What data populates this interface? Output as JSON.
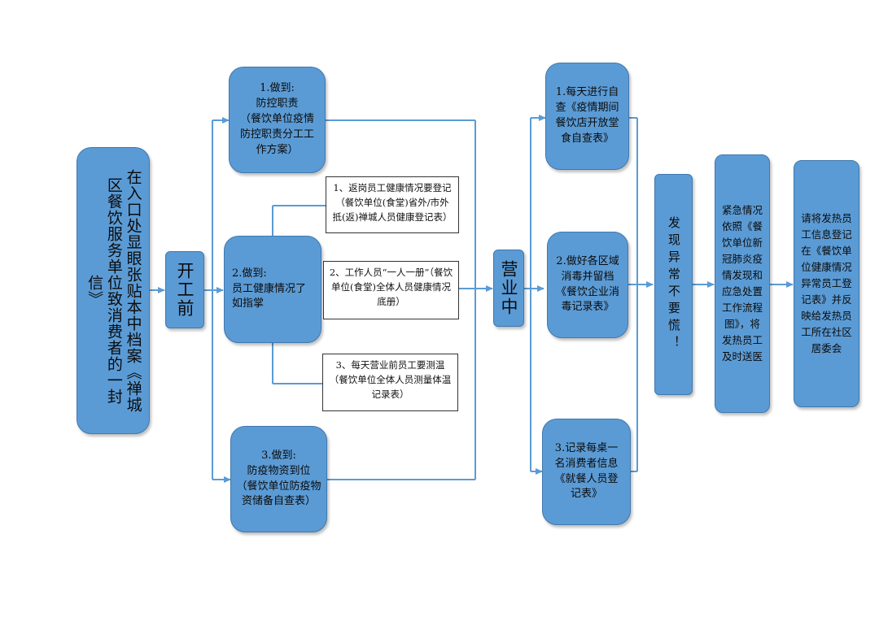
{
  "letter_box": {
    "text": "在入口处显眼张贴本中档案《禅城区餐饮服务单位致消费者的一封信》"
  },
  "before_work": {
    "label": "开工前"
  },
  "duty_box": {
    "text": "1.做到:\n防控职责\n（餐饮单位疫情防控职责分工工作方案）"
  },
  "health_box": {
    "text": "2.做到:\n员工健康情况了如指掌"
  },
  "supplies_box": {
    "text": "3.做到:\n防疫物资到位\n（餐饮单位防疫物资储备自查表）"
  },
  "notes": [
    {
      "text": "1、返岗员工健康情况要登记\n（餐饮单位(食堂)省外/市外抵(返)禅城人员健康登记表）"
    },
    {
      "text": "2、工作人员“一人一册”（餐饮单位(食堂)全体人员健康情况底册）"
    },
    {
      "text": "3、每天营业前员工要测温\n（餐饮单位全体人员测量体温记录表）"
    }
  ],
  "in_business": {
    "label": "营业中"
  },
  "check_box": {
    "text": "1.每天进行自查《疫情期间餐饮店开放堂食自查表》"
  },
  "disinfect_box": {
    "text": "2.做好各区域消毒并留档《餐饮企业消毒记录表》"
  },
  "record_box": {
    "text": "3.记录每桌一名消费者信息《就餐人员登记表》"
  },
  "abnormal_box": {
    "text": "发现异常不要慌！"
  },
  "emergency_box": {
    "text": "紧急情况依照《餐饮单位新冠肺炎疫情发现和应急处置工作流程图》，将发热员工及时送医"
  },
  "report_box": {
    "text": "请将发热员工信息登记在《餐饮单位健康情况异常员工登记表》并反映给发热员工所在社区居委会"
  },
  "colors": {
    "box_fill": "#5b9bd5",
    "box_border": "#3f78ad",
    "line": "#5b9bd5"
  }
}
